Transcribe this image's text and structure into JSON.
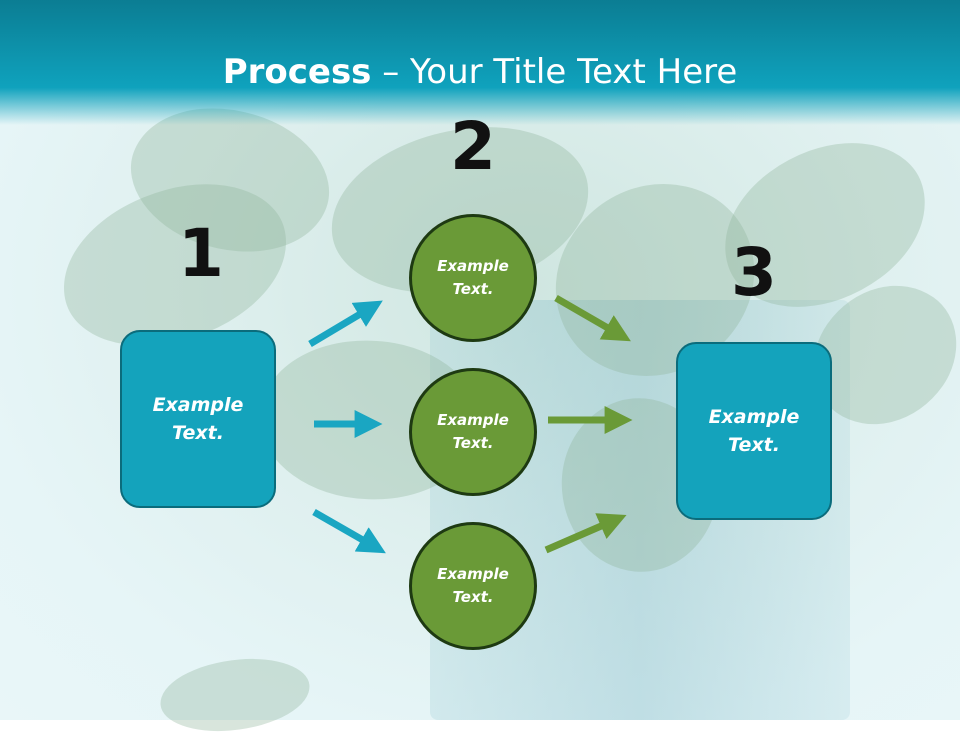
{
  "slide": {
    "title_bold": "Process",
    "title_rest": " – Your Title Text Here"
  },
  "steps": {
    "one": "1",
    "two": "2",
    "three": "3"
  },
  "left_box": {
    "text_line1": "Example",
    "text_line2": "Text."
  },
  "right_box": {
    "text_line1": "Example",
    "text_line2": "Text."
  },
  "circles": [
    {
      "text_line1": "Example",
      "text_line2": "Text."
    },
    {
      "text_line1": "Example",
      "text_line2": "Text."
    },
    {
      "text_line1": "Example",
      "text_line2": "Text."
    }
  ],
  "colors": {
    "header": "#0fa2bd",
    "box_fill": "#14a3bc",
    "circle_fill": "#6a9a37",
    "arrow_blue": "#1aa6c2",
    "arrow_green": "#6a9a37"
  }
}
